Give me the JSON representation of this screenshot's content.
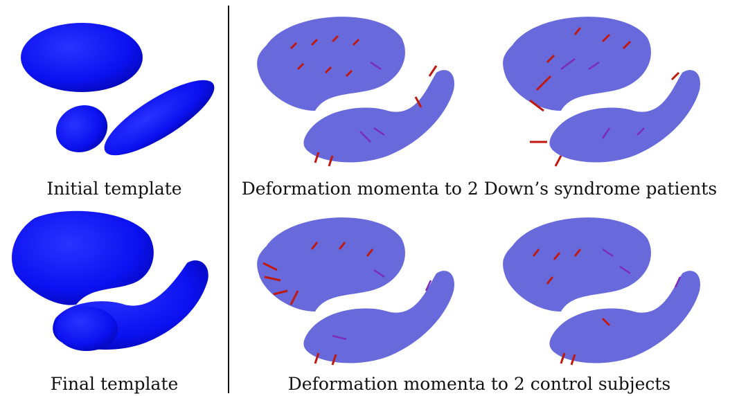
{
  "figure": {
    "captions": {
      "initial_template": "Initial template",
      "final_template": "Final template",
      "down_syndrome": "Deformation momenta to 2 Down’s syndrome patients",
      "control": "Deformation momenta to 2 control subjects"
    },
    "colors": {
      "template_blue": "#0b11f0",
      "transparent_shape": "#4e50d6",
      "arrow_red": "#c0180e",
      "arrow_purple": "#7b2bb4"
    }
  }
}
